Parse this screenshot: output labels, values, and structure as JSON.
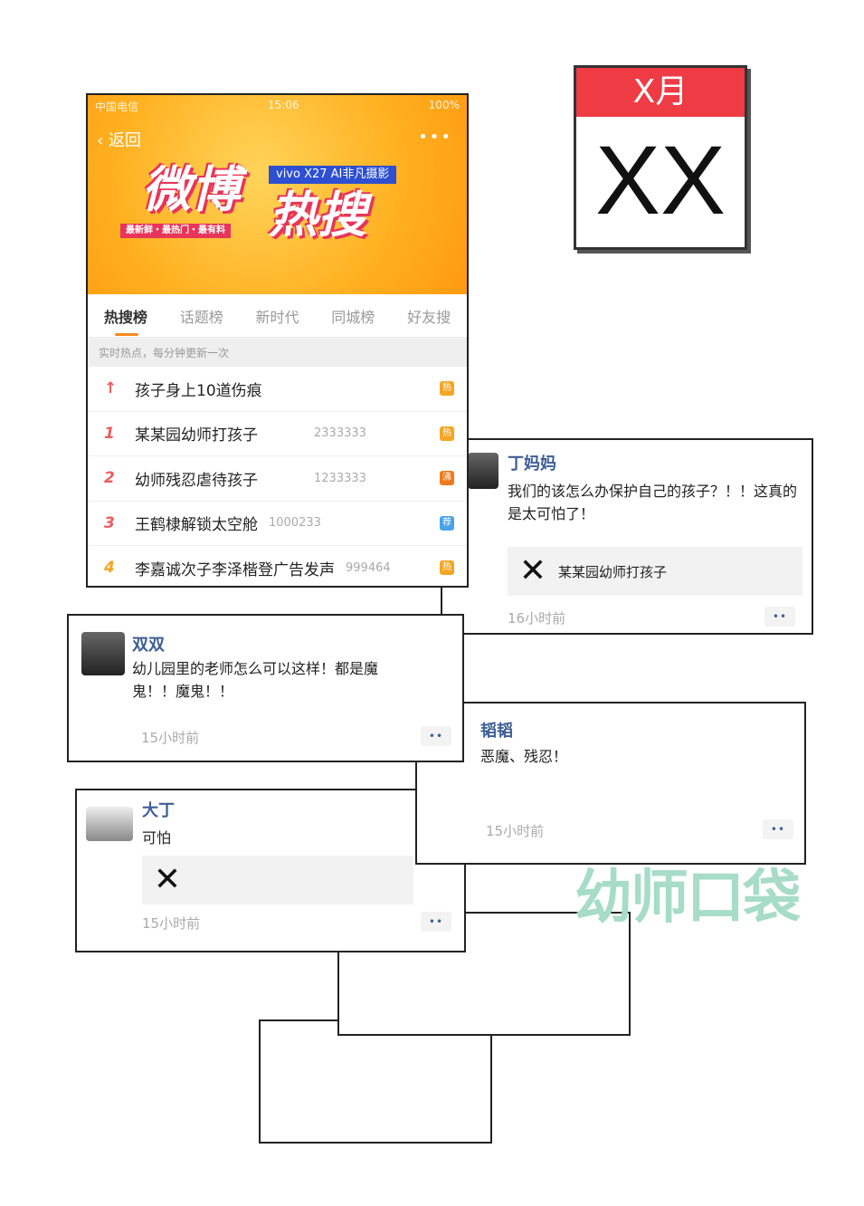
{
  "calendar": {
    "month": "X月",
    "day": "XX"
  },
  "phone": {
    "status": {
      "carrier": "中国电信",
      "time": "15:06",
      "battery": "100%"
    },
    "back_label": "返回",
    "more_icon": "•••",
    "banner": {
      "logo_a": "微博",
      "logo_b": "热搜",
      "ad": "vivo X27 AI非凡摄影",
      "slogan": "最新鲜・最热门・最有料"
    },
    "tabs": [
      "热搜榜",
      "话题榜",
      "新时代",
      "同城榜",
      "好友搜"
    ],
    "subtitle": "实时热点，每分钟更新一次",
    "rows": [
      {
        "rank": "↑",
        "title": "孩子身上10道伤痕",
        "count": "",
        "badge": "热",
        "badge_color": "#f5a623"
      },
      {
        "rank": "1",
        "title": "某某园幼师打孩子",
        "count": "2333333",
        "badge": "热",
        "badge_color": "#f5a623"
      },
      {
        "rank": "2",
        "title": "幼师残忍虐待孩子",
        "count": "1233333",
        "badge": "沸",
        "badge_color": "#f07a1e"
      },
      {
        "rank": "3",
        "title": "王鹤棣解锁太空舱",
        "count": "1000233",
        "badge": "荐",
        "badge_color": "#4aa3ea"
      },
      {
        "rank": "4",
        "title": "李嘉诚次子李泽楷登广告发声",
        "count": "999464",
        "badge": "热",
        "badge_color": "#f5a623"
      }
    ]
  },
  "comments": [
    {
      "name": "丁妈妈",
      "text": "我们的该怎么办保护自己的孩子？！！这真的是太可怕了！",
      "quote": "某某园幼师打孩子",
      "time": "16小时前"
    },
    {
      "name": "双双",
      "text": "幼儿园里的老师怎么可以这样！都是魔鬼！！魔鬼！！",
      "time": "15小时前"
    },
    {
      "name": "韬韬",
      "text": "恶魔、残忍！",
      "time": "15小时前"
    },
    {
      "name": "大丁",
      "text": "可怕",
      "time": "15小时前"
    }
  ],
  "more_label": "••",
  "quote_icon": "✕",
  "watermark": "幼师口袋"
}
